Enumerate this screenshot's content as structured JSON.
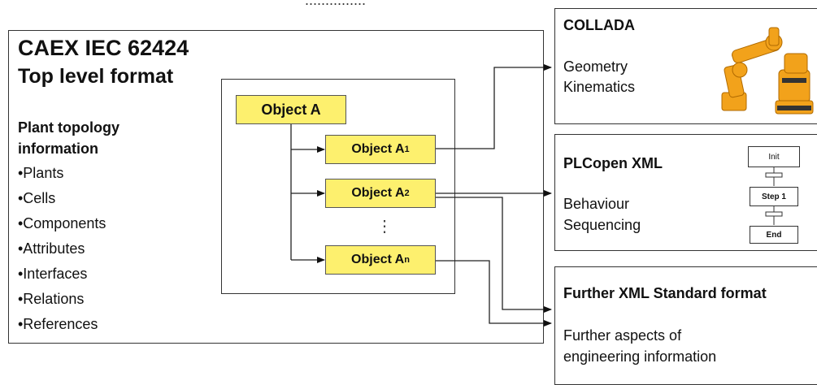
{
  "cropped_title": "...............",
  "caex": {
    "title1": "CAEX IEC 62424",
    "title2": "Top level format",
    "topology1": "Plant topology",
    "topology2": "information",
    "bullets": [
      "•Plants",
      "•Cells",
      "•Components",
      "•Attributes",
      "•Interfaces",
      "•Relations",
      "•References"
    ]
  },
  "objects": {
    "a": "Object A",
    "a1": "Object A",
    "a1_sub": "1",
    "a2": "Object A",
    "a2_sub": "2",
    "an": "Object A",
    "an_sub": "n",
    "dots": "⋮"
  },
  "collada": {
    "title": "COLLADA",
    "line1": "Geometry",
    "line2": "Kinematics"
  },
  "plcopen": {
    "title": "PLCopen XML",
    "line1": "Behaviour",
    "line2": "Sequencing",
    "steps": [
      "Init",
      "Step 1",
      "End"
    ]
  },
  "further": {
    "title": "Further XML Standard format",
    "line1": "Further aspects of",
    "line2": "engineering information"
  },
  "colors": {
    "object_fill": "#fdf06e",
    "robot": "#f2a21b"
  }
}
